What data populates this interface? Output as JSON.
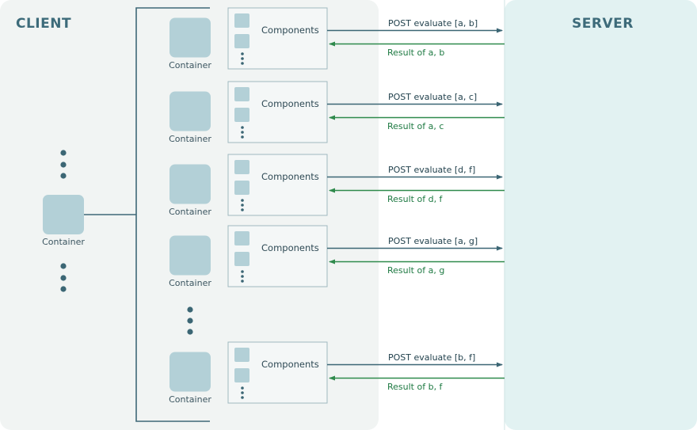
{
  "client": {
    "title": "CLIENT"
  },
  "server": {
    "title": "SERVER"
  },
  "root_container": {
    "label": "Container"
  },
  "rows": [
    {
      "container_label": "Container",
      "components_label": "Components",
      "request": "POST evaluate [a, b]",
      "response": "Result of a, b"
    },
    {
      "container_label": "Container",
      "components_label": "Components",
      "request": "POST evaluate [a, c]",
      "response": "Result of a, c"
    },
    {
      "container_label": "Container",
      "components_label": "Components",
      "request": "POST evaluate [d, f]",
      "response": "Result of d, f"
    },
    {
      "container_label": "Container",
      "components_label": "Components",
      "request": "POST evaluate [a, g]",
      "response": "Result of a, g"
    },
    {
      "container_label": "Container",
      "components_label": "Components",
      "request": "POST evaluate [b, f]",
      "response": "Result of b, f"
    }
  ],
  "colors": {
    "client_bg": "#f1f4f3",
    "server_bg": "#e2f2f2",
    "box_fill": "#b3d0d7",
    "line": "#3f6877",
    "request_arrow": "#3b6674",
    "response_arrow": "#2f8a4c"
  }
}
